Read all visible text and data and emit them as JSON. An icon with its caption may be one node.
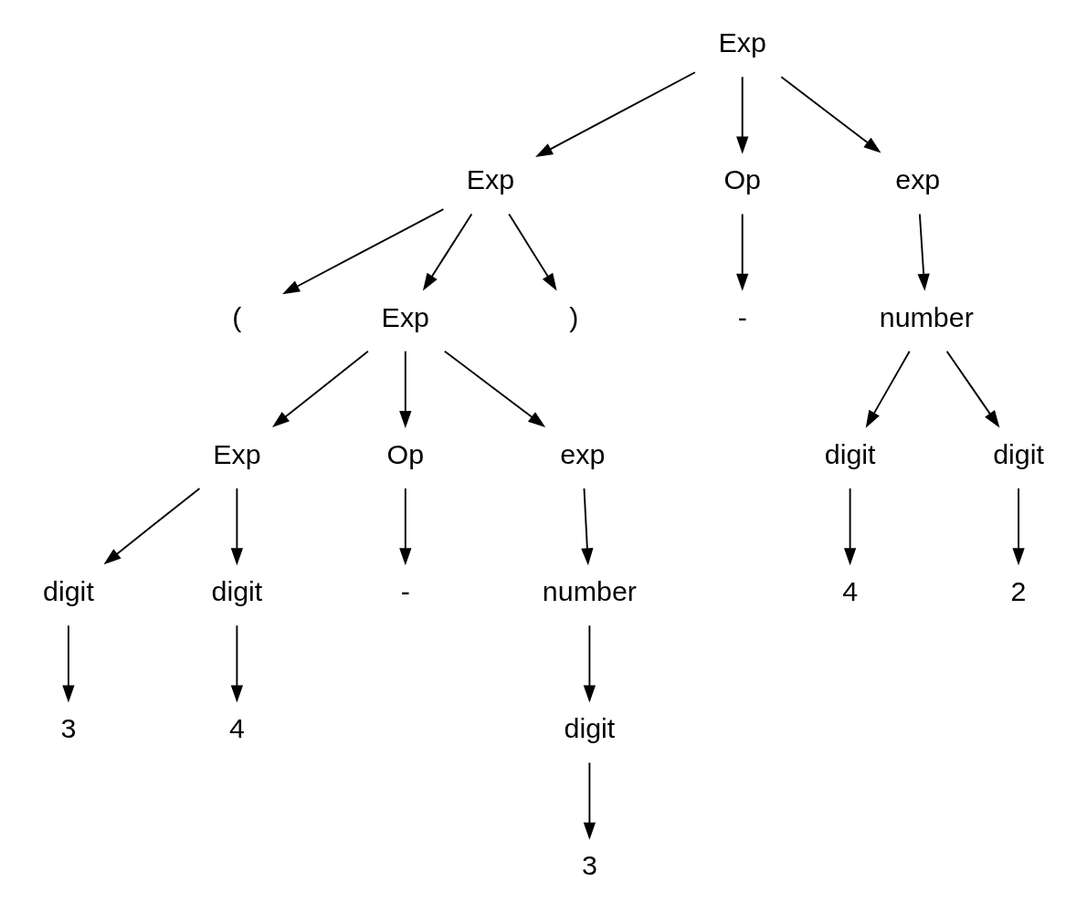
{
  "diagram": {
    "nodes": [
      {
        "text": [
          "Exp"
        ]
      },
      {
        "text": [
          "Exp"
        ]
      },
      {
        "text": [
          "Op"
        ]
      },
      {
        "text": [
          "exp"
        ]
      },
      {
        "text": [
          "("
        ]
      },
      {
        "text": [
          "Exp"
        ]
      },
      {
        "text": [
          ")"
        ]
      },
      {
        "text": [
          "-"
        ]
      },
      {
        "text": [
          "number"
        ]
      },
      {
        "text": [
          "Exp"
        ]
      },
      {
        "text": [
          "Op"
        ]
      },
      {
        "text": [
          "exp"
        ]
      },
      {
        "text": [
          "digit"
        ]
      },
      {
        "text": [
          "digit"
        ]
      },
      {
        "text": [
          "4"
        ]
      },
      {
        "text": [
          "2"
        ]
      },
      {
        "text": [
          "digit"
        ]
      },
      {
        "text": [
          "digit"
        ]
      },
      {
        "text": [
          "-"
        ]
      },
      {
        "text": [
          "number"
        ]
      },
      {
        "text": [
          "3"
        ]
      },
      {
        "text": [
          "4"
        ]
      },
      {
        "text": [
          "digit"
        ]
      },
      {
        "text": [
          "3"
        ]
      }
    ],
    "edges": [
      {
        "from": 0,
        "to": 1,
        "arrow": "to"
      },
      {
        "from": 0,
        "to": 2,
        "arrow": "to"
      },
      {
        "from": 0,
        "to": 3,
        "arrow": "to"
      },
      {
        "from": 1,
        "to": 4,
        "arrow": "to"
      },
      {
        "from": 1,
        "to": 5,
        "arrow": "to"
      },
      {
        "from": 1,
        "to": 6,
        "arrow": "to"
      },
      {
        "from": 2,
        "to": 7,
        "arrow": "to"
      },
      {
        "from": 3,
        "to": 8,
        "arrow": "to"
      },
      {
        "from": 5,
        "to": 9,
        "arrow": "to"
      },
      {
        "from": 5,
        "to": 10,
        "arrow": "to"
      },
      {
        "from": 5,
        "to": 11,
        "arrow": "to"
      },
      {
        "from": 8,
        "to": 12,
        "arrow": "to"
      },
      {
        "from": 8,
        "to": 13,
        "arrow": "to"
      },
      {
        "from": 12,
        "to": 14,
        "arrow": "to"
      },
      {
        "from": 13,
        "to": 15,
        "arrow": "to"
      },
      {
        "from": 9,
        "to": 16,
        "arrow": "to"
      },
      {
        "from": 9,
        "to": 17,
        "arrow": "to"
      },
      {
        "from": 10,
        "to": 18,
        "arrow": "to"
      },
      {
        "from": 11,
        "to": 19,
        "arrow": "to"
      },
      {
        "from": 16,
        "to": 20,
        "arrow": "to"
      },
      {
        "from": 17,
        "to": 21,
        "arrow": "to"
      },
      {
        "from": 19,
        "to": 22,
        "arrow": "to"
      },
      {
        "from": 22,
        "to": 23,
        "arrow": "to"
      }
    ]
  }
}
